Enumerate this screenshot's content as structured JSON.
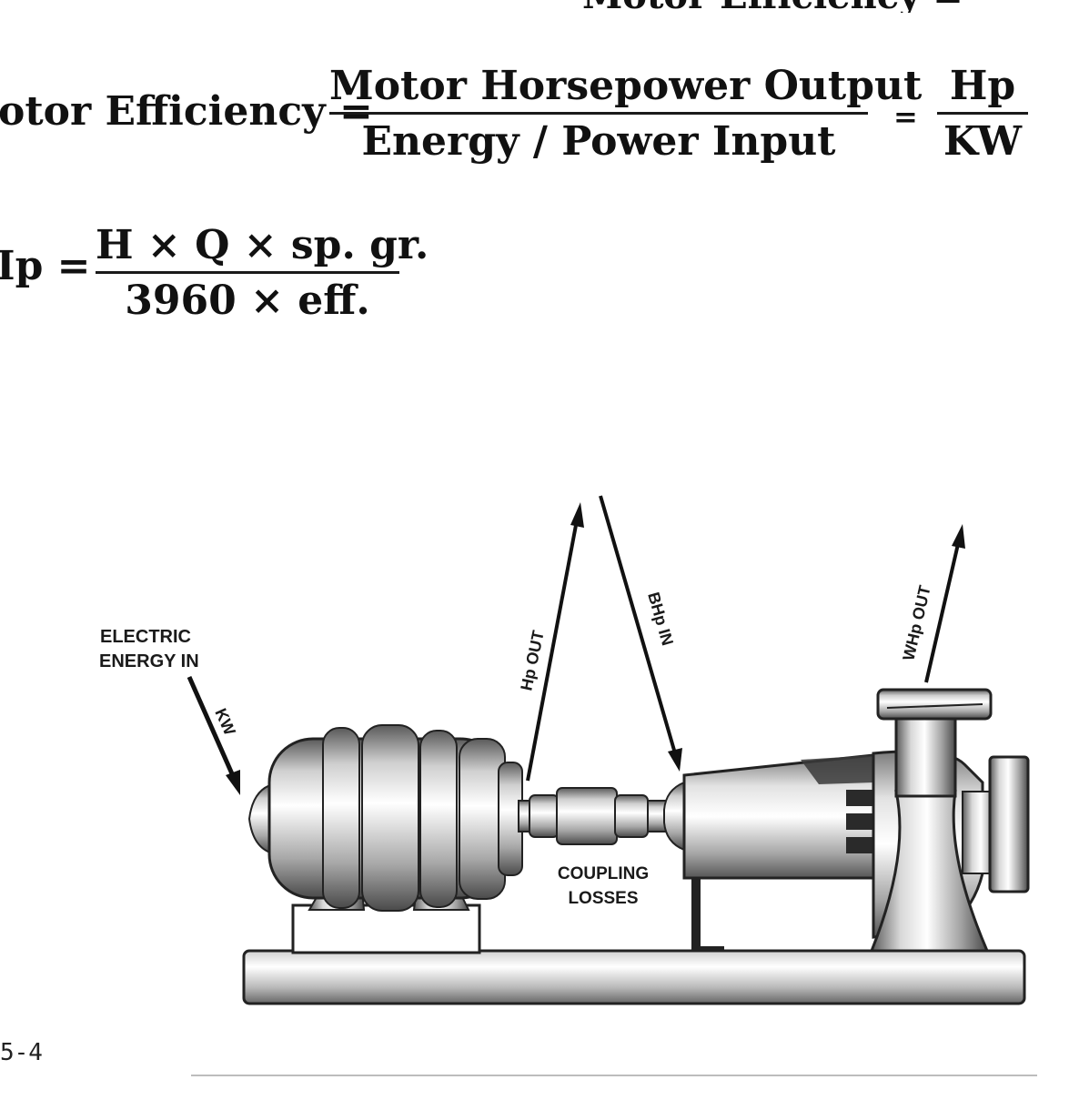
{
  "top_fragment": "Motor Efficiency = Motor Horsepower Output / Energy",
  "equation1": {
    "lhs": "otor Efficiency =",
    "numerator": "Motor Horsepower Output",
    "denominator": "Energy / Power Input",
    "equals": "=",
    "rhs_numerator": "Hp",
    "rhs_denominator": "KW"
  },
  "equation2": {
    "lhs": "Ip =",
    "numerator": "H × Q × sp. gr.",
    "denominator": "3960 × eff."
  },
  "diagram": {
    "labels": {
      "electric_energy_line1": "ELECTRIC",
      "electric_energy_line2": "ENERGY IN",
      "kw": "KW",
      "hp_out": "Hp OUT",
      "bhp_in": "BHp IN",
      "whp_out": "WHp OUT",
      "coupling_line1": "COUPLING",
      "coupling_line2": "LOSSES"
    }
  },
  "page_number": "5-4"
}
